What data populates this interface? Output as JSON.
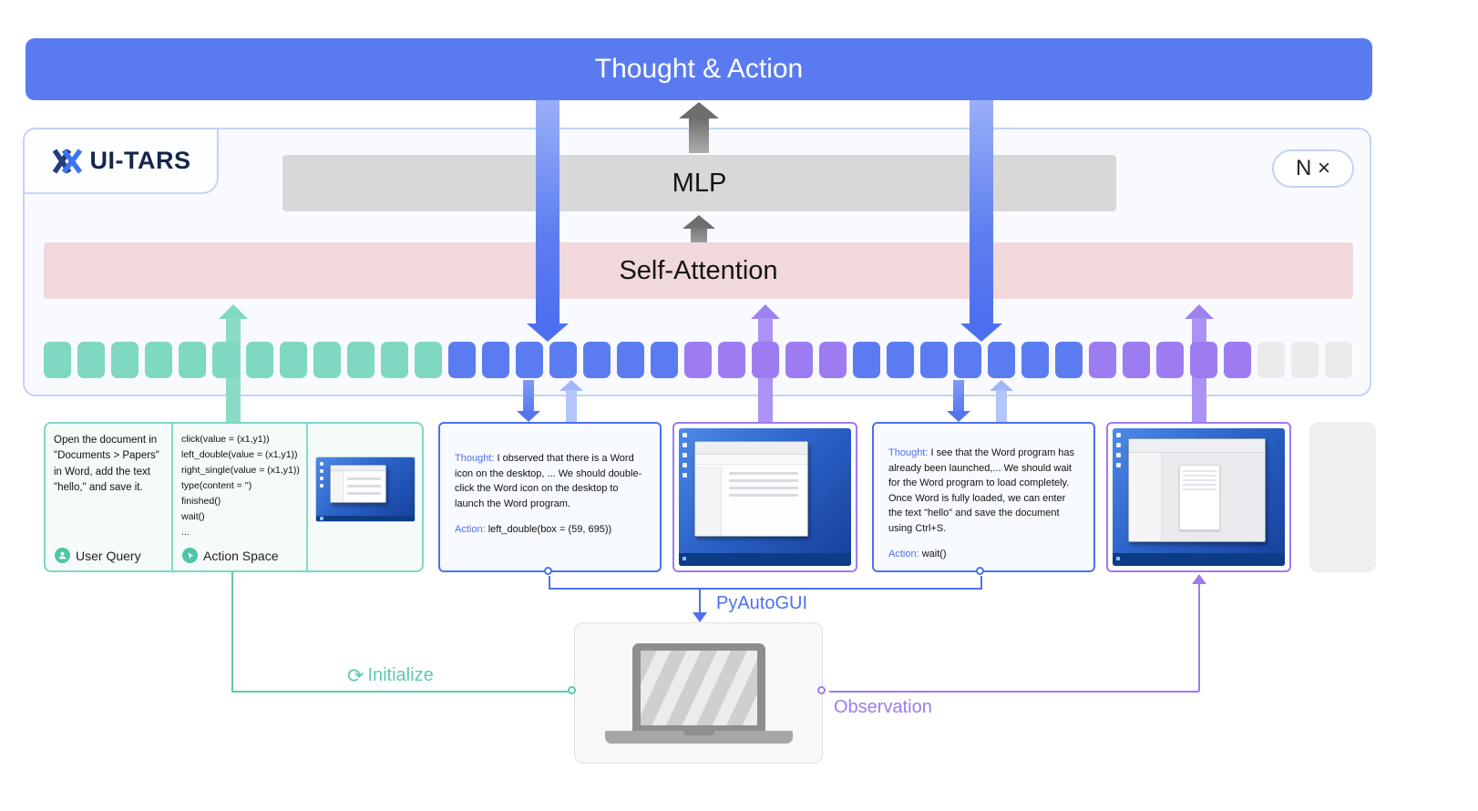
{
  "banner": {
    "title": "Thought & Action"
  },
  "model": {
    "logo_text": "UI-TARS",
    "mlp_label": "MLP",
    "attention_label": "Self-Attention",
    "repeat_badge": "N ×"
  },
  "tokens": {
    "groups": [
      {
        "color": "teal",
        "count": 12
      },
      {
        "color": "blue",
        "count": 7
      },
      {
        "color": "purple",
        "count": 5
      },
      {
        "color": "blue",
        "count": 7
      },
      {
        "color": "purple",
        "count": 5
      },
      {
        "color": "gray",
        "count": 3
      }
    ]
  },
  "cards": {
    "user_query": {
      "text": "Open the document in \"Documents > Papers\" in Word, add the text \"hello,\" and save it.",
      "label": "User Query"
    },
    "action_space": {
      "label": "Action Space",
      "lines": [
        "click(value = (x1,y1))",
        "left_double(value = (x1,y1))",
        "right_single(value = (x1,y1))",
        "type(content = '')",
        "finished()",
        "wait()",
        "..."
      ]
    },
    "thought_1": {
      "thought_label": "Thought:",
      "thought_text": "I observed that there is a Word icon on the desktop, ... We should double-click the Word icon on the desktop to launch the Word program.",
      "action_label": "Action:",
      "action_text": "left_double(box = (59, 695))"
    },
    "thought_2": {
      "thought_label": "Thought:",
      "thought_text": "I see that the Word program has already been launched,... We should wait for the Word program to load completely. Once Word is fully loaded, we can enter the text \"hello\" and save the document using Ctrl+S.",
      "action_label": "Action:",
      "action_text": "wait()"
    }
  },
  "footer": {
    "pyautogui_label": "PyAutoGUI",
    "initialize_label": "Initialize",
    "initialize_icon_glyph": "⟳",
    "observation_label": "Observation"
  },
  "colors": {
    "banner_blue": "#5A7BF0",
    "token_teal": "#7ED8C2",
    "token_blue": "#5B7CF1",
    "token_purple": "#9D7CF2",
    "token_gray": "#EBEBEB",
    "mlp_gray": "#D8D8D8",
    "attention_pink": "#F0D8DB",
    "teal_accent": "#5FC9AE",
    "purple_accent": "#9E7BF0",
    "blue_accent": "#4E70EE"
  }
}
